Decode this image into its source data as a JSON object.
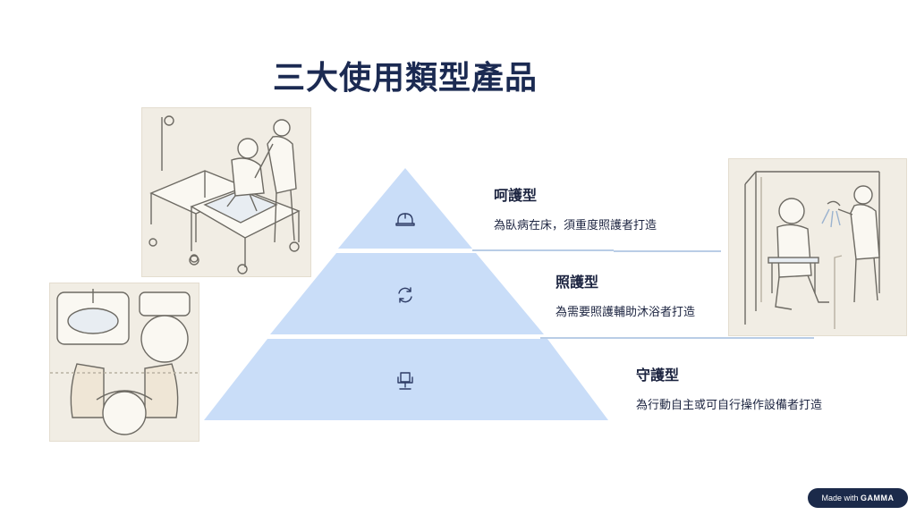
{
  "title": "三大使用類型產品",
  "tiers": [
    {
      "title": "呵護型",
      "description": "為臥病在床，須重度照護者打造",
      "icon": "helmet-icon"
    },
    {
      "title": "照護型",
      "description": "為需要照護輔助沐浴者打造",
      "icon": "refresh-icon"
    },
    {
      "title": "守護型",
      "description": "為行動自主或可自行操作設備者打造",
      "icon": "chair-icon"
    }
  ],
  "badge": {
    "prefix": "Made with",
    "brand": "GAMMA"
  },
  "colors": {
    "tier": "#c9ddf8",
    "line": "#b9cde6",
    "title": "#1b2a52",
    "badge": "#1b2a4a"
  }
}
